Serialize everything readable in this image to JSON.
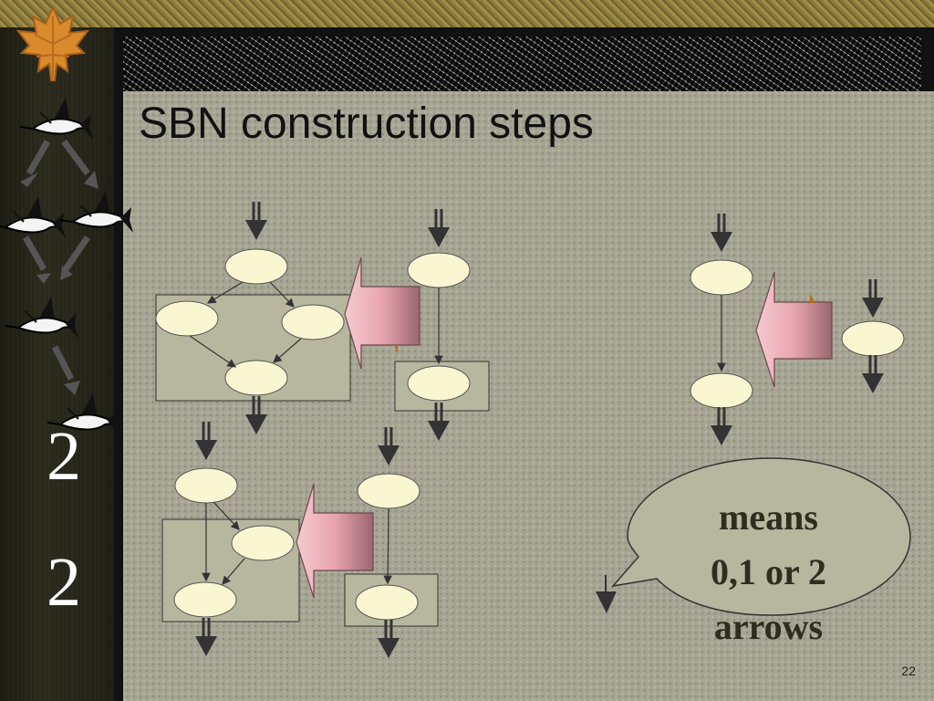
{
  "slide": {
    "title": "SBN construction steps",
    "side_numbers": [
      "2",
      "2"
    ],
    "note_lines": [
      "means",
      "0,1 or 2",
      "arrows"
    ],
    "page_number": "22"
  },
  "colors": {
    "node_fill": "#fbf6d2",
    "box_fill": "#b7b69e",
    "pink_arrow": "#e8a5b0",
    "arrow_gray": "#3a3a3a",
    "background": "#a6a493"
  },
  "icons": [
    "maple-leaf-icon",
    "marlin-fish-icon"
  ]
}
